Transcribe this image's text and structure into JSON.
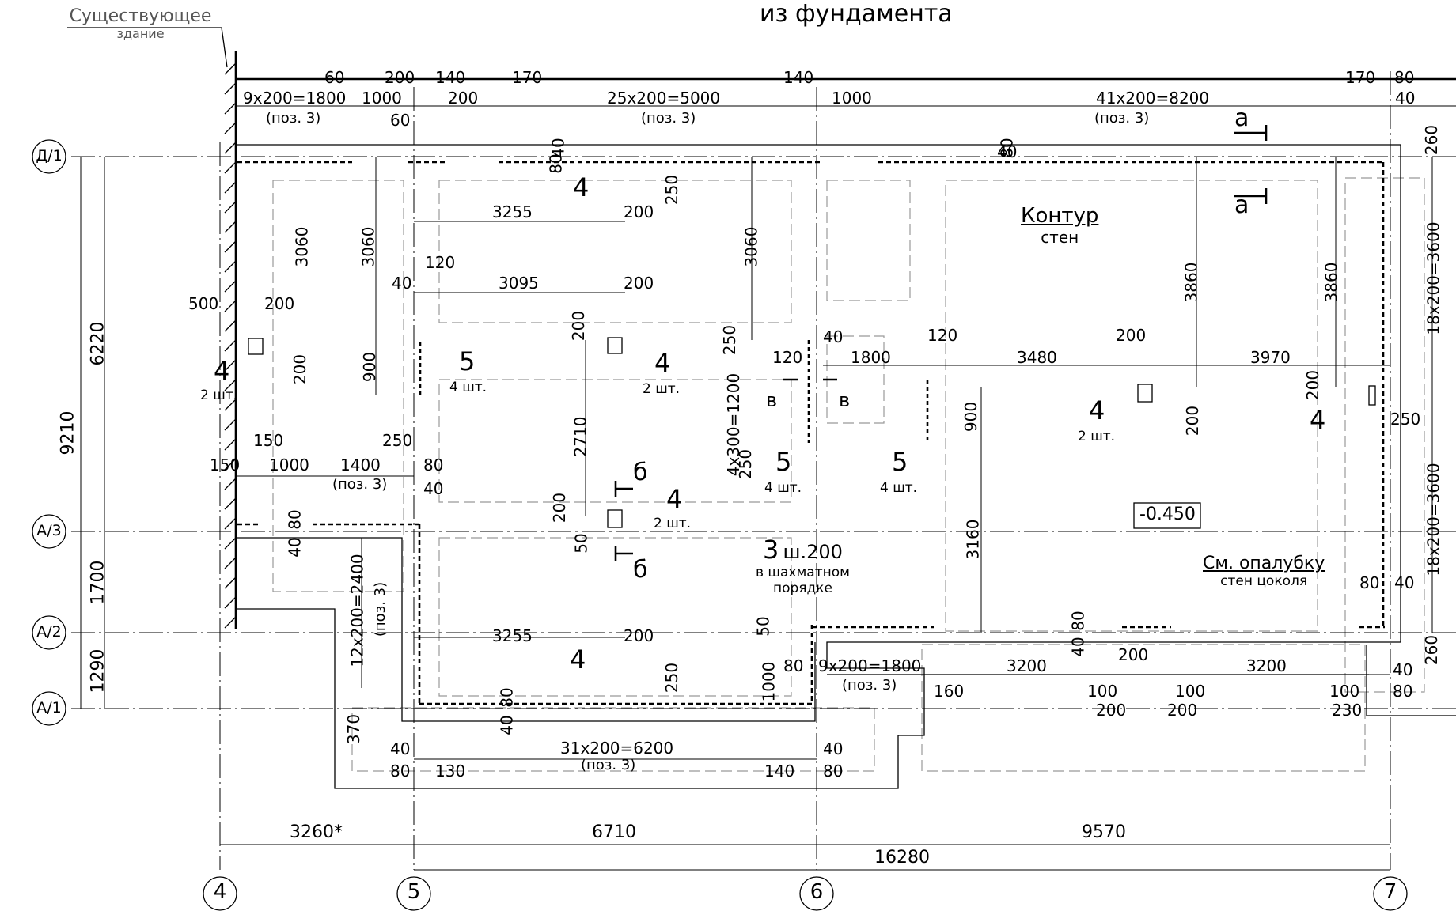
{
  "title": "из фундамента",
  "existing_building": {
    "line1": "Существующее",
    "line2": "здание"
  },
  "axes": {
    "vertical": [
      "4",
      "5",
      "6",
      "7"
    ],
    "horizontal": [
      "Д/1",
      "А/3",
      "А/2",
      "А/1"
    ]
  },
  "left_dims": {
    "d9210": "9210",
    "d6220": "6220",
    "d1700": "1700",
    "d1290": "1290"
  },
  "bottom_dims": {
    "d3260": "3260*",
    "d6710": "6710",
    "d9570": "9570",
    "d16280": "16280"
  },
  "top_dims": {
    "a": "60",
    "b": "200",
    "c": "140",
    "d": "170",
    "e": "140",
    "f": "170",
    "g": "80",
    "s1": "9x200=1800",
    "s2": "1000",
    "s3": "200",
    "s4": "25x200=5000",
    "s5": "1000",
    "s6": "41x200=8200",
    "s7": "40",
    "pos": "(поз. 3)",
    "d60b": "60"
  },
  "section_a": "а",
  "section_b": "б",
  "section_v": "в",
  "contour": {
    "line1": "Контур",
    "line2": "стен"
  },
  "level": "-0.450",
  "formwork": {
    "line1": "См. опалубку",
    "line2": "стен цоколя"
  },
  "item3": {
    "num": "3",
    "spacing": "ш.200",
    "line1": "в шахматном",
    "line2": "порядке"
  },
  "marks": {
    "four": "4",
    "five": "5",
    "two_pcs": "2 шт.",
    "four_pcs": "4 шт."
  },
  "inner_dims": {
    "d3255": "3255",
    "d200": "200",
    "d3095": "3095",
    "d120": "120",
    "d40": "40",
    "d3060": "3060",
    "d900": "900",
    "d500": "500",
    "d250": "250",
    "d2710": "2710",
    "d50": "50",
    "d1800": "1800",
    "d3480": "3480",
    "d3970": "3970",
    "d3860": "3860",
    "d4x300": "4x300=1200",
    "d3160": "3160",
    "d150": "150",
    "d1000": "1000",
    "d1400": "1400",
    "d80": "80",
    "d12x200": "12x200=2400",
    "d370": "370",
    "d31x200": "31x200=6200",
    "d130": "130",
    "d3200": "3200",
    "d100": "100",
    "d160": "160",
    "d230": "230",
    "d260": "260",
    "d18x200": "18x200=3600",
    "d9x200b": "9x200=1800"
  }
}
